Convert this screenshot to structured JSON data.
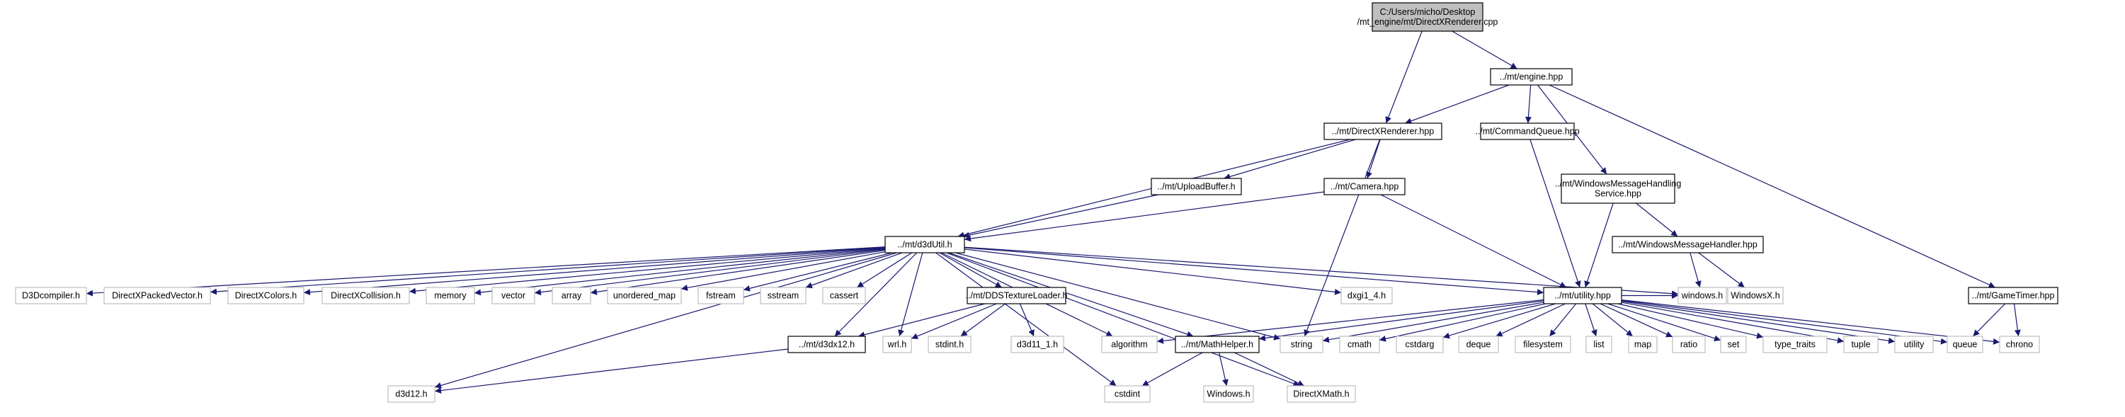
{
  "colors": {
    "edge": "#191970",
    "root_fill": "#bfbfbf",
    "local_fill": "#ffffff",
    "local_stroke": "#000000",
    "system_fill": "#ffffff",
    "system_stroke": "#bfbfbf",
    "background": "#ffffff"
  },
  "nodes": [
    {
      "id": "root",
      "kind": "root",
      "lines": [
        "C:/Users/micho/Desktop",
        "/mt_engine/mt/DirectXRenderer.cpp"
      ]
    },
    {
      "id": "engine",
      "kind": "local",
      "lines": [
        "../mt/engine.hpp"
      ]
    },
    {
      "id": "dxrend",
      "kind": "local",
      "lines": [
        "../mt/DirectXRenderer.hpp"
      ]
    },
    {
      "id": "cmdq",
      "kind": "local",
      "lines": [
        "../mt/CommandQueue.hpp"
      ]
    },
    {
      "id": "wmhs",
      "kind": "local",
      "lines": [
        "../mt/WindowsMessageHandling",
        "Service.hpp"
      ]
    },
    {
      "id": "uploadbuf",
      "kind": "local",
      "lines": [
        "../mt/UploadBuffer.h"
      ]
    },
    {
      "id": "camera",
      "kind": "local",
      "lines": [
        "../mt/Camera.hpp"
      ]
    },
    {
      "id": "wmh",
      "kind": "local",
      "lines": [
        "../mt/WindowsMessageHandler.hpp"
      ]
    },
    {
      "id": "d3dutil",
      "kind": "local",
      "lines": [
        "../mt/d3dUtil.h"
      ]
    },
    {
      "id": "utility",
      "kind": "local",
      "lines": [
        "../mt/utility.hpp"
      ]
    },
    {
      "id": "gametimer",
      "kind": "local",
      "lines": [
        "../mt/GameTimer.hpp"
      ]
    },
    {
      "id": "dds",
      "kind": "local",
      "lines": [
        "../mt/DDSTextureLoader.h"
      ]
    },
    {
      "id": "d3dx12",
      "kind": "local",
      "lines": [
        "../mt/d3dx12.h"
      ]
    },
    {
      "id": "mathhelper",
      "kind": "local",
      "lines": [
        "../mt/MathHelper.h"
      ]
    },
    {
      "id": "d3dcompiler",
      "kind": "system",
      "lines": [
        "D3Dcompiler.h"
      ]
    },
    {
      "id": "dxpacked",
      "kind": "system",
      "lines": [
        "DirectXPackedVector.h"
      ]
    },
    {
      "id": "dxcolors",
      "kind": "system",
      "lines": [
        "DirectXColors.h"
      ]
    },
    {
      "id": "dxcollision",
      "kind": "system",
      "lines": [
        "DirectXCollision.h"
      ]
    },
    {
      "id": "memory",
      "kind": "system",
      "lines": [
        "memory"
      ]
    },
    {
      "id": "vector",
      "kind": "system",
      "lines": [
        "vector"
      ]
    },
    {
      "id": "array",
      "kind": "system",
      "lines": [
        "array"
      ]
    },
    {
      "id": "umap",
      "kind": "system",
      "lines": [
        "unordered_map"
      ]
    },
    {
      "id": "fstream",
      "kind": "system",
      "lines": [
        "fstream"
      ]
    },
    {
      "id": "sstream",
      "kind": "system",
      "lines": [
        "sstream"
      ]
    },
    {
      "id": "cassert",
      "kind": "system",
      "lines": [
        "cassert"
      ]
    },
    {
      "id": "dxgi",
      "kind": "system",
      "lines": [
        "dxgi1_4.h"
      ]
    },
    {
      "id": "windows",
      "kind": "system",
      "lines": [
        "windows.h"
      ]
    },
    {
      "id": "windowsx",
      "kind": "system",
      "lines": [
        "WindowsX.h"
      ]
    },
    {
      "id": "wrl",
      "kind": "system",
      "lines": [
        "wrl.h"
      ]
    },
    {
      "id": "stdint",
      "kind": "system",
      "lines": [
        "stdint.h"
      ]
    },
    {
      "id": "d3d11",
      "kind": "system",
      "lines": [
        "d3d11_1.h"
      ]
    },
    {
      "id": "algorithm",
      "kind": "system",
      "lines": [
        "algorithm"
      ]
    },
    {
      "id": "string",
      "kind": "system",
      "lines": [
        "string"
      ]
    },
    {
      "id": "cmath",
      "kind": "system",
      "lines": [
        "cmath"
      ]
    },
    {
      "id": "cstdarg",
      "kind": "system",
      "lines": [
        "cstdarg"
      ]
    },
    {
      "id": "deque",
      "kind": "system",
      "lines": [
        "deque"
      ]
    },
    {
      "id": "filesystem",
      "kind": "system",
      "lines": [
        "filesystem"
      ]
    },
    {
      "id": "list",
      "kind": "system",
      "lines": [
        "list"
      ]
    },
    {
      "id": "map",
      "kind": "system",
      "lines": [
        "map"
      ]
    },
    {
      "id": "ratio",
      "kind": "system",
      "lines": [
        "ratio"
      ]
    },
    {
      "id": "set",
      "kind": "system",
      "lines": [
        "set"
      ]
    },
    {
      "id": "typetraits",
      "kind": "system",
      "lines": [
        "type_traits"
      ]
    },
    {
      "id": "tuple",
      "kind": "system",
      "lines": [
        "tuple"
      ]
    },
    {
      "id": "utilityh",
      "kind": "system",
      "lines": [
        "utility"
      ]
    },
    {
      "id": "queue",
      "kind": "system",
      "lines": [
        "queue"
      ]
    },
    {
      "id": "chrono",
      "kind": "system",
      "lines": [
        "chrono"
      ]
    },
    {
      "id": "d3d12",
      "kind": "system",
      "lines": [
        "d3d12.h"
      ]
    },
    {
      "id": "cstdint",
      "kind": "system",
      "lines": [
        "cstdint"
      ]
    },
    {
      "id": "windowsh2",
      "kind": "system",
      "lines": [
        "Windows.h"
      ]
    },
    {
      "id": "dxmath",
      "kind": "system",
      "lines": [
        "DirectXMath.h"
      ]
    }
  ],
  "edges": [
    [
      "root",
      "dxrend"
    ],
    [
      "root",
      "engine"
    ],
    [
      "engine",
      "dxrend"
    ],
    [
      "engine",
      "cmdq"
    ],
    [
      "engine",
      "wmhs"
    ],
    [
      "engine",
      "gametimer"
    ],
    [
      "dxrend",
      "uploadbuf"
    ],
    [
      "dxrend",
      "camera"
    ],
    [
      "dxrend",
      "d3dutil"
    ],
    [
      "dxrend",
      "string"
    ],
    [
      "cmdq",
      "utility"
    ],
    [
      "wmhs",
      "utility"
    ],
    [
      "wmhs",
      "wmh"
    ],
    [
      "uploadbuf",
      "d3dutil"
    ],
    [
      "camera",
      "d3dutil"
    ],
    [
      "camera",
      "utility"
    ],
    [
      "wmh",
      "windows"
    ],
    [
      "wmh",
      "windowsx"
    ],
    [
      "gametimer",
      "queue"
    ],
    [
      "gametimer",
      "chrono"
    ],
    [
      "d3dutil",
      "d3dcompiler"
    ],
    [
      "d3dutil",
      "dxpacked"
    ],
    [
      "d3dutil",
      "dxcolors"
    ],
    [
      "d3dutil",
      "dxcollision"
    ],
    [
      "d3dutil",
      "memory"
    ],
    [
      "d3dutil",
      "vector"
    ],
    [
      "d3dutil",
      "array"
    ],
    [
      "d3dutil",
      "umap"
    ],
    [
      "d3dutil",
      "fstream"
    ],
    [
      "d3dutil",
      "sstream"
    ],
    [
      "d3dutil",
      "cassert"
    ],
    [
      "d3dutil",
      "d3d12"
    ],
    [
      "d3dutil",
      "d3dx12"
    ],
    [
      "d3dutil",
      "wrl"
    ],
    [
      "d3dutil",
      "dds"
    ],
    [
      "d3dutil",
      "cstdint"
    ],
    [
      "d3dutil",
      "algorithm"
    ],
    [
      "d3dutil",
      "mathhelper"
    ],
    [
      "d3dutil",
      "dxmath"
    ],
    [
      "d3dutil",
      "string"
    ],
    [
      "d3dutil",
      "dxgi"
    ],
    [
      "d3dutil",
      "utility"
    ],
    [
      "d3dutil",
      "windows"
    ],
    [
      "dds",
      "d3dx12"
    ],
    [
      "dds",
      "wrl"
    ],
    [
      "dds",
      "stdint"
    ],
    [
      "dds",
      "d3d11"
    ],
    [
      "d3dx12",
      "d3d12"
    ],
    [
      "mathhelper",
      "cstdint"
    ],
    [
      "mathhelper",
      "windowsh2"
    ],
    [
      "mathhelper",
      "dxmath"
    ],
    [
      "utility",
      "algorithm"
    ],
    [
      "utility",
      "mathhelper"
    ],
    [
      "utility",
      "string"
    ],
    [
      "utility",
      "cmath"
    ],
    [
      "utility",
      "cstdarg"
    ],
    [
      "utility",
      "deque"
    ],
    [
      "utility",
      "filesystem"
    ],
    [
      "utility",
      "list"
    ],
    [
      "utility",
      "map"
    ],
    [
      "utility",
      "ratio"
    ],
    [
      "utility",
      "set"
    ],
    [
      "utility",
      "typetraits"
    ],
    [
      "utility",
      "tuple"
    ],
    [
      "utility",
      "utilityh"
    ],
    [
      "utility",
      "queue"
    ],
    [
      "utility",
      "chrono"
    ],
    [
      "utility",
      "windows"
    ]
  ]
}
